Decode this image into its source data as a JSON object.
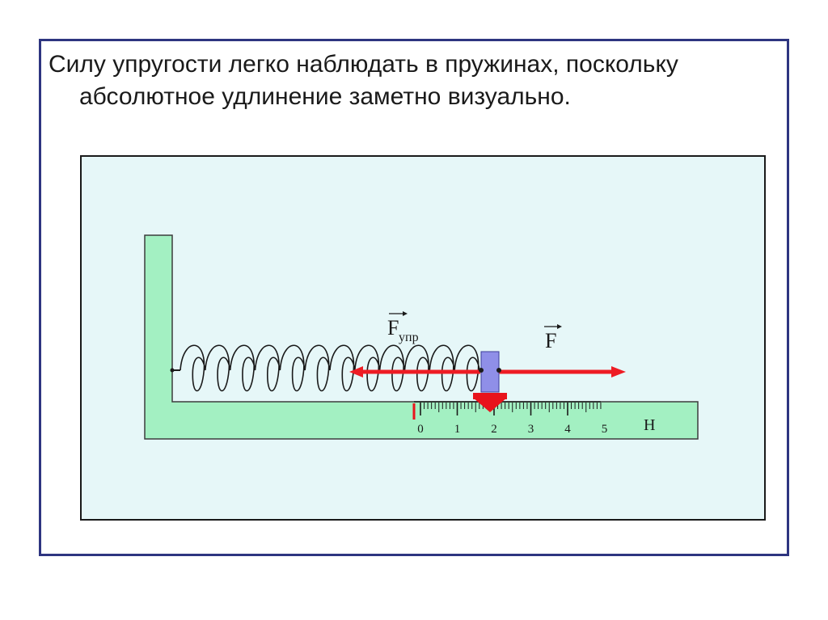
{
  "slide": {
    "text_line1": "Силу упругости легко наблюдать в пружинах, поскольку",
    "text_line2": "абсолютное удлинение заметно визуально."
  },
  "diagram": {
    "force_elastic_main": "F",
    "force_elastic_subscript": "упр",
    "force_applied": "F",
    "unit_label": "Н",
    "scale_ticks": [
      "0",
      "1",
      "2",
      "3",
      "4",
      "5"
    ],
    "scale_reading": 1.9,
    "colors": {
      "panel_bg": "#e6f7f8",
      "stand_fill": "#a3f0c2",
      "stand_stroke": "#3c3c3c",
      "frame_border": "#2e3580",
      "force_arrow": "#ee1c24",
      "block_fill": "#8f8fe8",
      "pointer_fill": "#e8141c"
    }
  }
}
